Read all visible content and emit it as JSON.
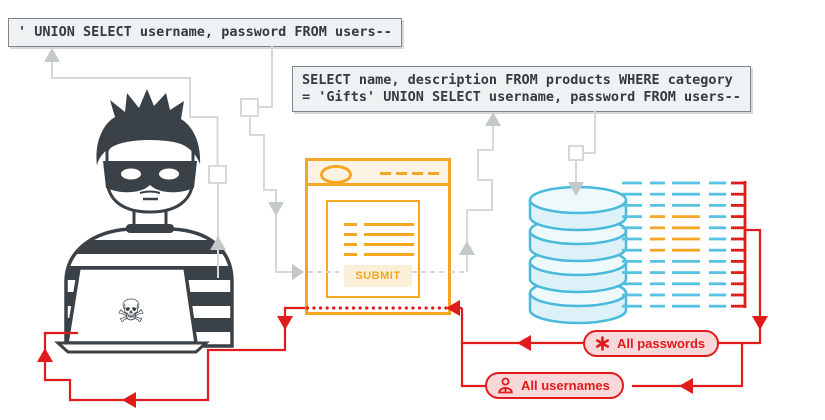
{
  "payload_box": {
    "code": "' UNION SELECT username, password FROM users--"
  },
  "query_box": {
    "line1": "SELECT name, description FROM products WHERE category",
    "line2": "= 'Gifts' UNION SELECT username, password FROM users--"
  },
  "browser_window": {
    "submit_label": "SUBMIT"
  },
  "callouts": {
    "passwords_label": "All passwords",
    "usernames_label": "All usernames"
  },
  "database_table": {
    "rows": 12,
    "columns": 4,
    "highlighted_rows": [
      4,
      5,
      6,
      7
    ],
    "highlighted_columns": [
      2,
      3
    ],
    "extracted_column": "rightmost"
  },
  "colors": {
    "accent_orange": "#f5a623",
    "data_blue": "#56c1e1",
    "alert_red": "#e11b1b",
    "trace_gray": "#d6d9db",
    "arrow_gray": "#c3c8cb",
    "figure_dark": "#3a4147",
    "pill_bg": "#f8d8d8",
    "code_box_bg": "#eff2f3"
  }
}
